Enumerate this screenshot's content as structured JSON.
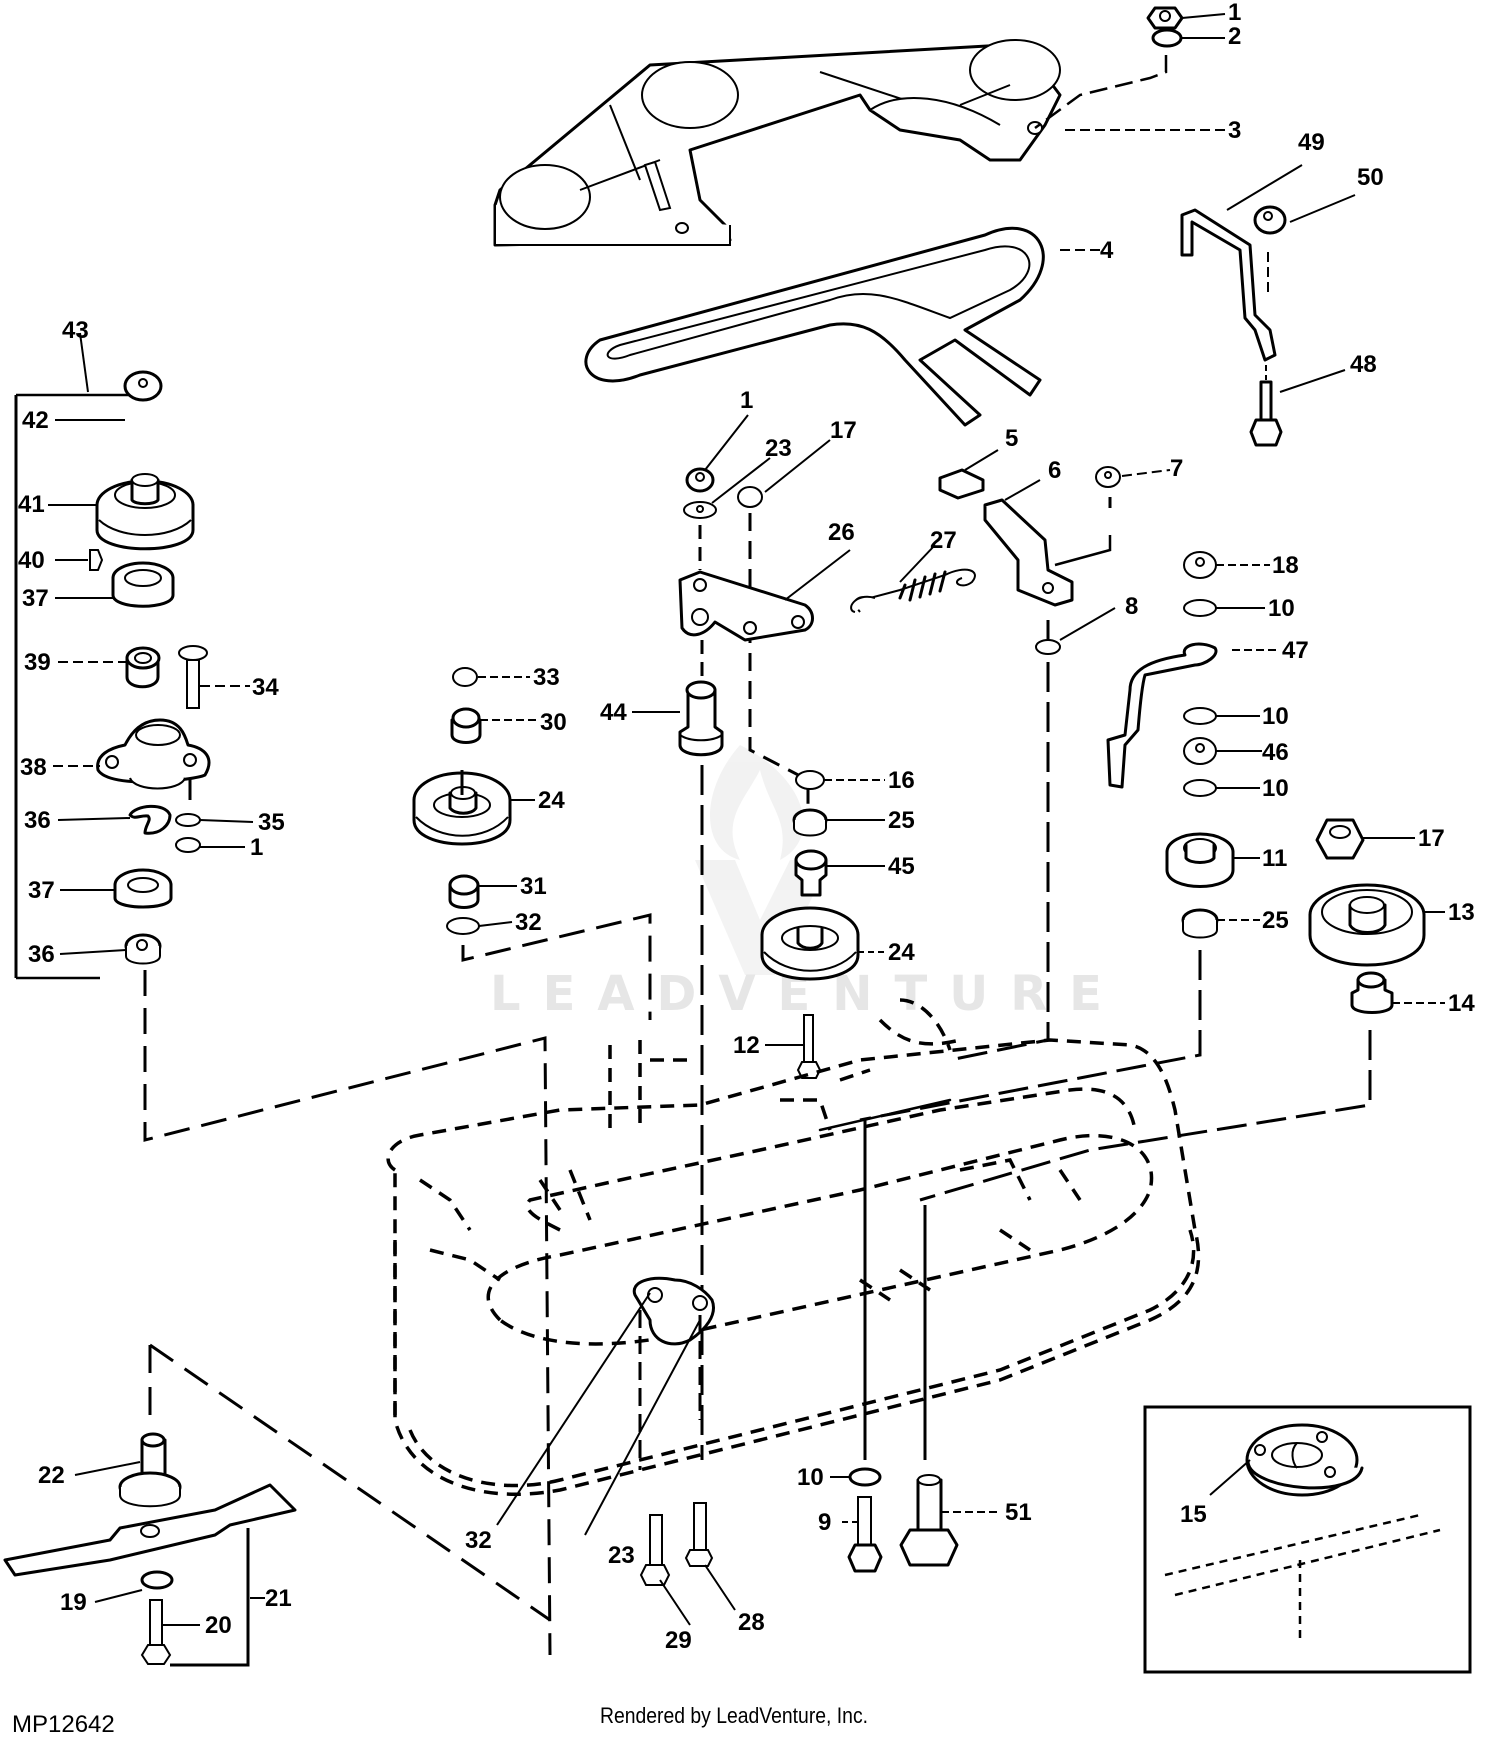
{
  "diagram": {
    "title": "Mower Deck Belt Drive & Spindle Assembly (Exploded Parts View)",
    "figure_id": "MP12642",
    "credit": "Rendered by LeadVenture, Inc.",
    "watermark": "LEADVENTURE",
    "group_bracket_label": "43",
    "inset_label": "15",
    "callouts": [
      {
        "id": "c1a",
        "label": "1"
      },
      {
        "id": "c2",
        "label": "2"
      },
      {
        "id": "c3",
        "label": "3"
      },
      {
        "id": "c4",
        "label": "4"
      },
      {
        "id": "c49",
        "label": "49"
      },
      {
        "id": "c50",
        "label": "50"
      },
      {
        "id": "c48",
        "label": "48"
      },
      {
        "id": "c43",
        "label": "43"
      },
      {
        "id": "c42",
        "label": "42"
      },
      {
        "id": "c41",
        "label": "41"
      },
      {
        "id": "c40",
        "label": "40"
      },
      {
        "id": "c37a",
        "label": "37"
      },
      {
        "id": "c39",
        "label": "39"
      },
      {
        "id": "c34",
        "label": "34"
      },
      {
        "id": "c38",
        "label": "38"
      },
      {
        "id": "c36a",
        "label": "36"
      },
      {
        "id": "c35",
        "label": "35"
      },
      {
        "id": "c1b",
        "label": "1"
      },
      {
        "id": "c37b",
        "label": "37"
      },
      {
        "id": "c36b",
        "label": "36"
      },
      {
        "id": "c1c",
        "label": "1"
      },
      {
        "id": "c23a",
        "label": "23"
      },
      {
        "id": "c17a",
        "label": "17"
      },
      {
        "id": "c26",
        "label": "26"
      },
      {
        "id": "c27",
        "label": "27"
      },
      {
        "id": "c5",
        "label": "5"
      },
      {
        "id": "c6",
        "label": "6"
      },
      {
        "id": "c7",
        "label": "7"
      },
      {
        "id": "c8",
        "label": "8"
      },
      {
        "id": "c18",
        "label": "18"
      },
      {
        "id": "c10a",
        "label": "10"
      },
      {
        "id": "c47",
        "label": "47"
      },
      {
        "id": "c10b",
        "label": "10"
      },
      {
        "id": "c46",
        "label": "46"
      },
      {
        "id": "c10c",
        "label": "10"
      },
      {
        "id": "c33",
        "label": "33"
      },
      {
        "id": "c30",
        "label": "30"
      },
      {
        "id": "c24a",
        "label": "24"
      },
      {
        "id": "c31",
        "label": "31"
      },
      {
        "id": "c32a",
        "label": "32"
      },
      {
        "id": "c44",
        "label": "44"
      },
      {
        "id": "c16",
        "label": "16"
      },
      {
        "id": "c25a",
        "label": "25"
      },
      {
        "id": "c45",
        "label": "45"
      },
      {
        "id": "c24b",
        "label": "24"
      },
      {
        "id": "c12",
        "label": "12"
      },
      {
        "id": "c11",
        "label": "11"
      },
      {
        "id": "c25b",
        "label": "25"
      },
      {
        "id": "c17b",
        "label": "17"
      },
      {
        "id": "c13",
        "label": "13"
      },
      {
        "id": "c14",
        "label": "14"
      },
      {
        "id": "c22",
        "label": "22"
      },
      {
        "id": "c19",
        "label": "19"
      },
      {
        "id": "c20",
        "label": "20"
      },
      {
        "id": "c21",
        "label": "21"
      },
      {
        "id": "c32b",
        "label": "32"
      },
      {
        "id": "c23b",
        "label": "23"
      },
      {
        "id": "c29",
        "label": "29"
      },
      {
        "id": "c28",
        "label": "28"
      },
      {
        "id": "c10d",
        "label": "10"
      },
      {
        "id": "c9",
        "label": "9"
      },
      {
        "id": "c51",
        "label": "51"
      },
      {
        "id": "c15",
        "label": "15"
      }
    ]
  }
}
